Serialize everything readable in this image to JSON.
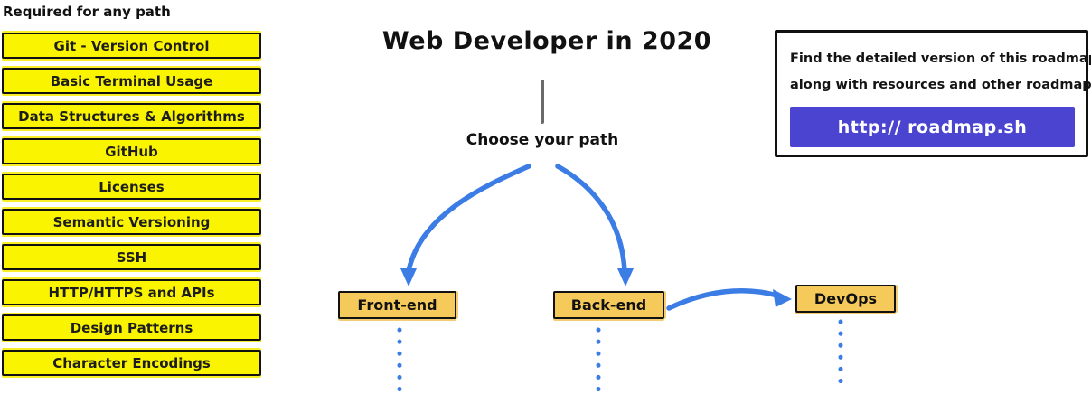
{
  "page": {
    "title": "Web Developer in 2020"
  },
  "required_section": {
    "heading": "Required for any path",
    "items": [
      "Git - Version Control",
      "Basic Terminal Usage",
      "Data Structures & Algorithms",
      "GitHub",
      "Licenses",
      "Semantic Versioning",
      "SSH",
      "HTTP/HTTPS and APIs",
      "Design Patterns",
      "Character Encodings"
    ]
  },
  "path_section": {
    "prompt": "Choose your path",
    "nodes": [
      {
        "label": "Front-end"
      },
      {
        "label": "Back-end"
      },
      {
        "label": "DevOps"
      }
    ]
  },
  "info_box": {
    "line1": "Find the detailed version of this roadmap",
    "line2": "along with resources and other roadmaps",
    "url_label": "http:// roadmap.sh"
  },
  "colors": {
    "highlight_yellow": "#fbf400",
    "node_amber": "#f6c95b",
    "arrow_blue": "#3c7ce5",
    "link_purple": "#4b44d1",
    "stem_gray": "#6a6a6a"
  }
}
